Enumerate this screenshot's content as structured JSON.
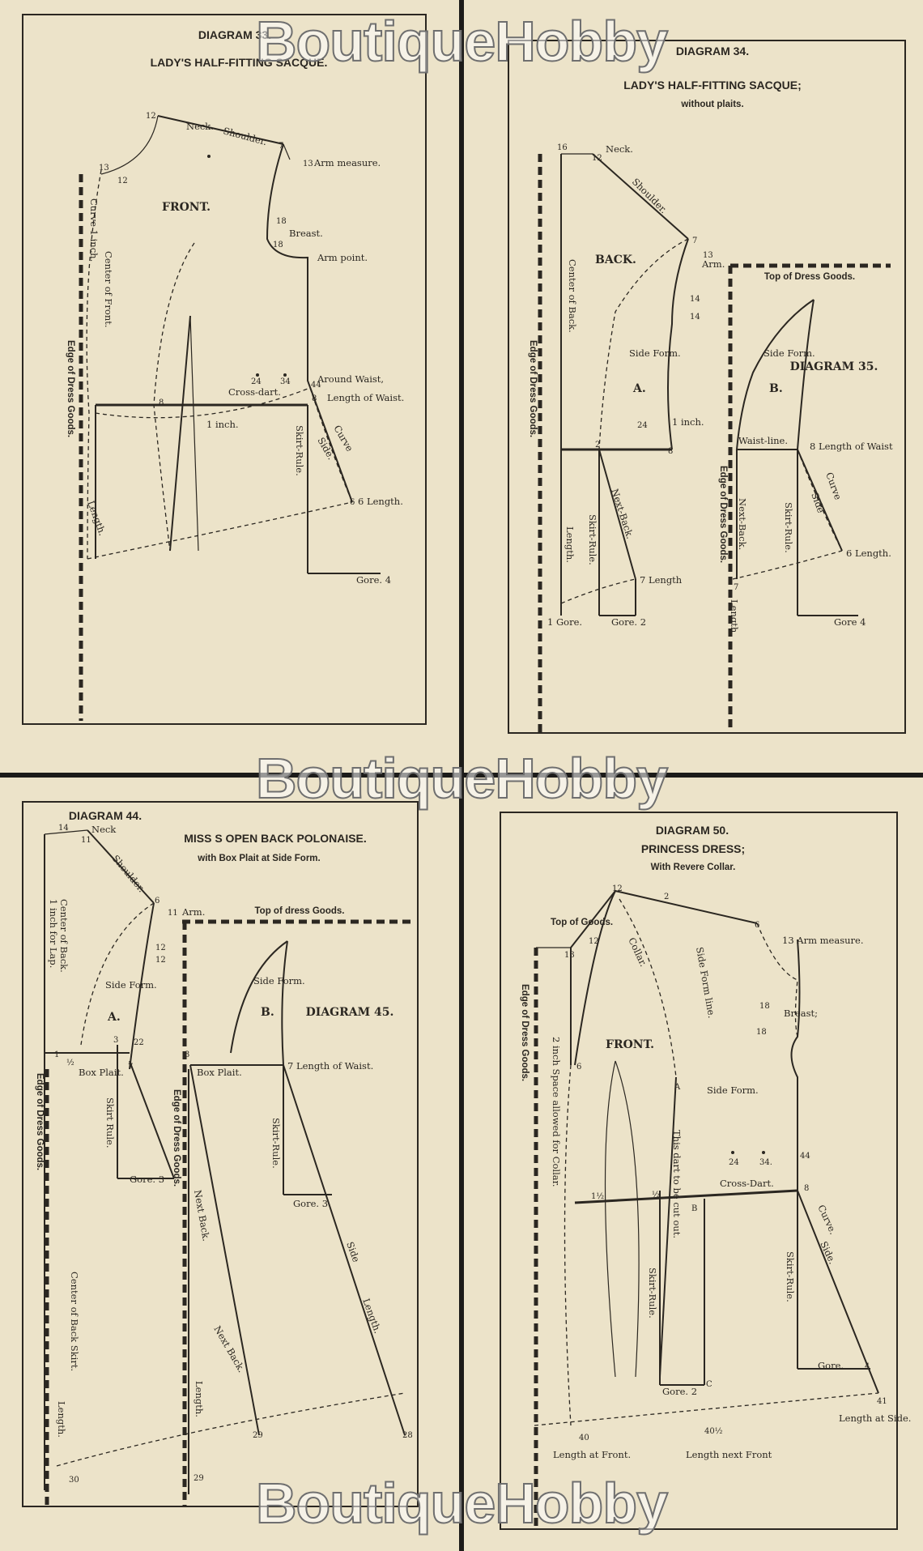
{
  "watermark": "BoutiqueHobby",
  "panels": [
    {
      "diagram": "DIAGRAM 33.",
      "title": "LADY'S HALF-FITTING SACQUE.",
      "labels": {
        "neck": "Neck.",
        "shoulder": "Shoulder.",
        "arm_measure": "Arm measure.",
        "front": "FRONT.",
        "breast": "Breast.",
        "arm_point": "Arm point.",
        "center_front": "Center of Front.",
        "curve": "Curve 1 inch.",
        "edge": "Edge of Dress Goods.",
        "around_waist": "Around Waist,",
        "cross_dart": "Cross-dart.",
        "length_waist": "Length of Waist.",
        "one_inch": "1 inch.",
        "curve2": "Curve",
        "side": "Side.",
        "skirt_rule": "Skirt-Rule.",
        "length": "Length.",
        "six_length": "6 Length.",
        "gore": "Gore. 4"
      },
      "numbers": [
        "12",
        "7",
        "13",
        "13",
        "12",
        "18",
        "18",
        "24",
        "34",
        "44",
        "8",
        "8",
        "6"
      ]
    },
    {
      "diagram": "DIAGRAM 34.",
      "title": "LADY'S HALF-FITTING SACQUE;",
      "subtitle": "without plaits.",
      "labels": {
        "neck": "Neck.",
        "shoulder": "Shoulder.",
        "back": "BACK.",
        "arm": "Arm.",
        "center_back": "Center of Back.",
        "edge": "Edge of Dress Goods.",
        "side_form": "Side Form.",
        "a": "A.",
        "one_inch": "1 inch.",
        "next_back": "Next-Back.",
        "skirt_rule": "Skirt-Rule.",
        "length": "Length.",
        "seven_length": "7 Length",
        "one_gore": "1 Gore.",
        "gore2": "Gore. 2"
      },
      "numbers": [
        "16",
        "12",
        "7",
        "13",
        "14",
        "14",
        "24",
        "2",
        "8"
      ]
    },
    {
      "diagram": "DIAGRAM 35.",
      "labels": {
        "top": "Top of Dress Goods.",
        "side_form": "Side Form.",
        "b": "B.",
        "waist_line": "Waist-line.",
        "length_waist": "8 Length of Waist",
        "curve": "Curve",
        "side": "Side",
        "edge": "Edge of Dress Goods.",
        "next_back": "Next-Back.",
        "skirt_rule": "Skirt-Rule.",
        "length": "Length.",
        "six_length": "6 Length.",
        "gore4": "Gore 4"
      },
      "numbers": [
        "7"
      ]
    },
    {
      "diagram": "DIAGRAM 44.",
      "title": "MISS S OPEN BACK POLONAISE.",
      "subtitle": "with Box Plait at Side Form.",
      "labels": {
        "neck": "Neck",
        "shoulder": "Shoulder.",
        "arm": "Arm.",
        "center_back": "Center of Back.",
        "lap": "1 inch for Lap.",
        "side_form": "Side Form.",
        "a": "A.",
        "box_plait": "Box Plait.",
        "skirt_rule": "Skirt Rule.",
        "gore3": "Gore. 3",
        "edge": "Edge of Dress Goods.",
        "center_back_skirt": "Center of Back Skirt.",
        "length": "Length."
      },
      "numbers": [
        "14",
        "11",
        "6",
        "11",
        "12",
        "12",
        "22",
        "1",
        "½",
        "3",
        "7",
        "30"
      ]
    },
    {
      "diagram": "DIAGRAM 45.",
      "labels": {
        "top": "Top of dress Goods.",
        "side_form": "Side Form.",
        "b": "B.",
        "box_plait": "Box Plait.",
        "length_waist": "7 Length of Waist.",
        "skirt_rule": "Skirt-Rule.",
        "gore3": "Gore. 3",
        "edge": "Edge of Dress Goods.",
        "next_back": "Next Back.",
        "next_back2": "Next Back.",
        "side": "Side",
        "length_side": "Length.",
        "length": "Length."
      },
      "numbers": [
        "3",
        "29",
        "28",
        "29"
      ]
    },
    {
      "diagram": "DIAGRAM 50.",
      "title": "PRINCESS DRESS;",
      "subtitle": "With Revere Collar.",
      "labels": {
        "top_goods": "Top of Goods.",
        "collar": "Collar.",
        "side_form_line": "Side Form line.",
        "arm_measure": "13 Arm measure.",
        "breast": "Breast;",
        "edge": "Edge of Dress Goods.",
        "space": "2 inch Space allowed for Collar.",
        "front": "FRONT.",
        "side_form": "Side Form.",
        "dart_note": "This dart to be cut out.",
        "cross_dart": "Cross-Dart.",
        "curve": "Curve.",
        "side": "Side.",
        "skirt_rule": "Skirt-Rule.",
        "skirt_rule2": "Skirt-Rule.",
        "gore": "Gore.",
        "gore2": "Gore. 2",
        "length_front": "Length at Front.",
        "length_next": "Length next Front",
        "length_side": "Length at Side."
      },
      "numbers": [
        "12",
        "2",
        "6",
        "13",
        "12",
        "18",
        "18",
        "6",
        "A",
        "24",
        "34.",
        "44",
        "1½",
        "½",
        "B",
        "8",
        "C",
        "4",
        "41",
        "40",
        "40½"
      ]
    }
  ]
}
